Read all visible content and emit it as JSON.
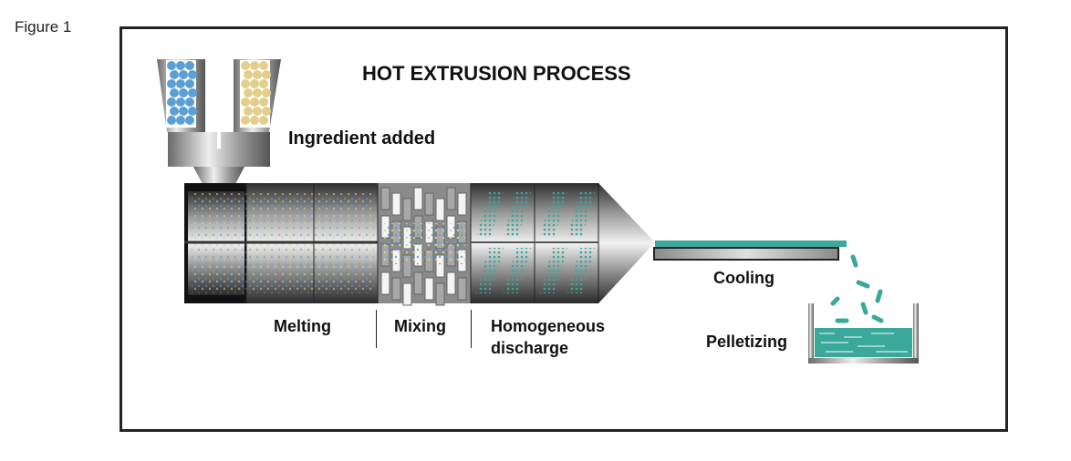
{
  "figure_label": "Figure 1",
  "title": "HOT EXTRUSION PROCESS",
  "labels": {
    "ingredient": "Ingredient added",
    "melting": "Melting",
    "mixing": "Mixing",
    "homogeneous_1": "Homogeneous",
    "homogeneous_2": "discharge",
    "cooling": "Cooling",
    "pelletizing": "Pelletizing"
  },
  "colors": {
    "ingredient_a": "#5a9fd6",
    "ingredient_b": "#e3cf8c",
    "product": "#3aa89a",
    "steel_dark": "#3a3a3a",
    "steel_light": "#e6e6e6"
  }
}
